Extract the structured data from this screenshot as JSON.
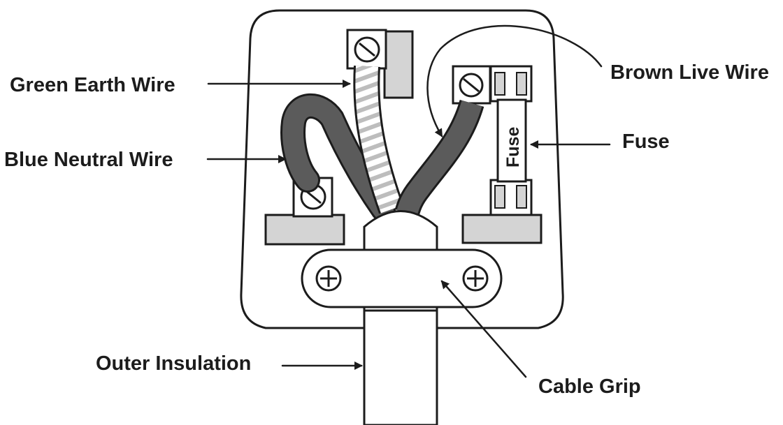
{
  "labels": {
    "earth": "Green Earth Wire",
    "neutral": "Blue Neutral Wire",
    "live": "Brown Live Wire",
    "fuse": "Fuse",
    "outer_insulation": "Outer Insulation",
    "cable_grip": "Cable Grip"
  },
  "fuse_text": "Fuse",
  "colors": {
    "ink": "#1c1c1c",
    "wire_dark": "#5b5b5b",
    "plastic_grey": "#d4d4d4",
    "background": "#ffffff"
  }
}
